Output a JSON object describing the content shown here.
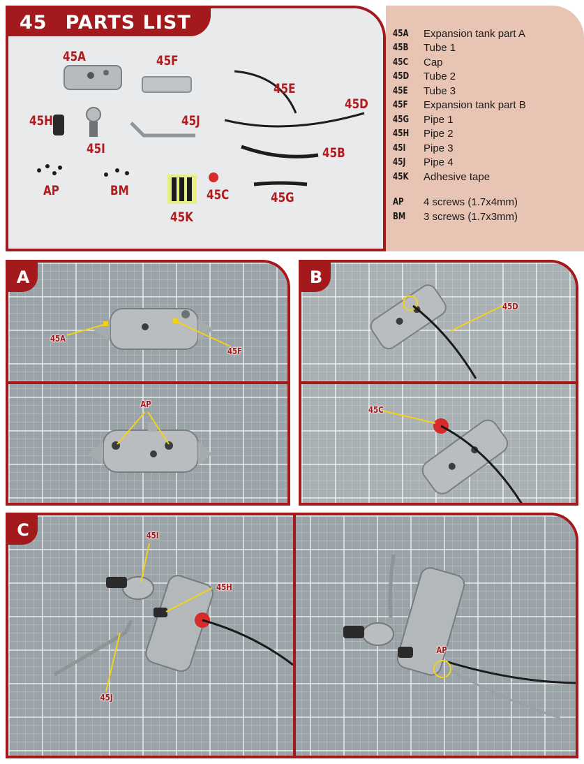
{
  "parts_list": {
    "number": "45",
    "title": "PARTS LIST",
    "photo_labels": {
      "p45A": "45A",
      "p45F": "45F",
      "p45E": "45E",
      "p45D": "45D",
      "p45H": "45H",
      "p45J": "45J",
      "p45I": "45I",
      "p45B": "45B",
      "pAP": "AP",
      "pBM": "BM",
      "p45C": "45C",
      "p45G": "45G",
      "p45K": "45K"
    },
    "legend": [
      {
        "code": "45A",
        "name": "Expansion tank part A"
      },
      {
        "code": "45B",
        "name": "Tube 1"
      },
      {
        "code": "45C",
        "name": "Cap"
      },
      {
        "code": "45D",
        "name": "Tube 2"
      },
      {
        "code": "45E",
        "name": "Tube 3"
      },
      {
        "code": "45F",
        "name": "Expansion tank part B"
      },
      {
        "code": "45G",
        "name": "Pipe 1"
      },
      {
        "code": "45H",
        "name": "Pipe 2"
      },
      {
        "code": "45I",
        "name": "Pipe 3"
      },
      {
        "code": "45J",
        "name": "Pipe 4"
      },
      {
        "code": "45K",
        "name": "Adhesive tape"
      }
    ],
    "screws": [
      {
        "code": "AP",
        "name": "4 screws (1.7x4mm)"
      },
      {
        "code": "BM",
        "name": "3 screws (1.7x3mm)"
      }
    ]
  },
  "steps": {
    "A": {
      "letter": "A",
      "top_labels": [
        "45A",
        "45F"
      ],
      "bottom_label": "AP"
    },
    "B": {
      "letter": "B",
      "top_label": "45D",
      "bottom_label": "45C"
    },
    "C": {
      "letter": "C",
      "left_labels": [
        "45I",
        "45H",
        "45J"
      ],
      "right_label": "AP"
    }
  },
  "colors": {
    "brand_red": "#a3191c",
    "callout_yellow": "#f2d21b",
    "legend_bg": "#e8c4b4"
  }
}
